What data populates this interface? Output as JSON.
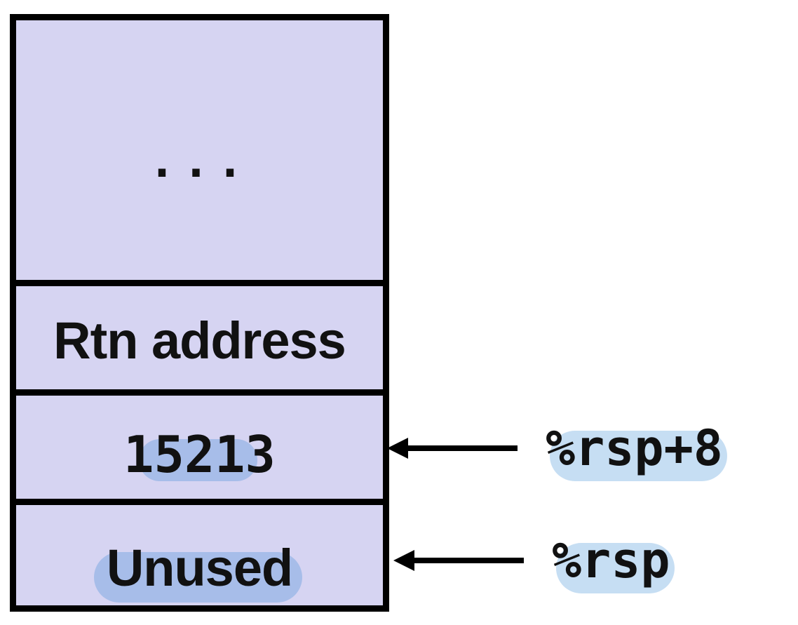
{
  "stack_frame": {
    "cells": [
      {
        "label": "..."
      },
      {
        "label": "Rtn address"
      },
      {
        "label": "15213"
      },
      {
        "label": "Unused"
      }
    ]
  },
  "pointers": [
    {
      "register": "%rsp+8",
      "points_to": "15213"
    },
    {
      "register": "%rsp",
      "points_to": "Unused"
    }
  ],
  "colors": {
    "cell_fill": "#d6d4f2",
    "border": "#000000",
    "value_highlight": "#a7bde9",
    "register_highlight": "#c6def3"
  }
}
